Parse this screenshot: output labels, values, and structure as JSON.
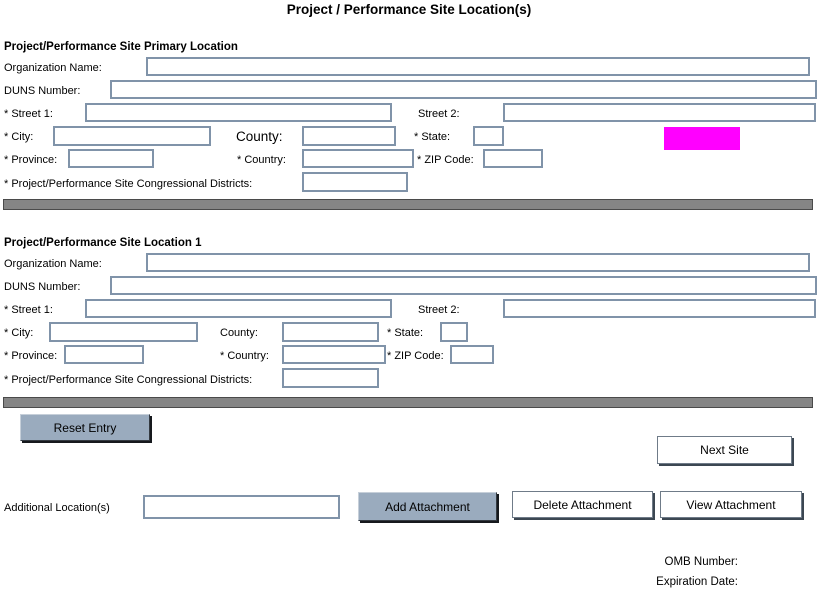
{
  "title": "Project / Performance Site Location(s)",
  "sections": [
    {
      "header": "Project/Performance Site Primary Location",
      "fields": {
        "org_name": {
          "label": "Organization Name:",
          "value": ""
        },
        "duns": {
          "label": "DUNS Number:",
          "value": ""
        },
        "street1": {
          "label": "* Street 1:",
          "value": ""
        },
        "street2": {
          "label": "Street 2:",
          "value": ""
        },
        "city": {
          "label": "* City:",
          "value": ""
        },
        "county": {
          "label": "County:",
          "value": ""
        },
        "state": {
          "label": "* State:",
          "value": ""
        },
        "province": {
          "label": "* Province:",
          "value": ""
        },
        "country": {
          "label": "* Country:",
          "value": ""
        },
        "zip": {
          "label": "* ZIP Code:",
          "value": ""
        },
        "congressional_districts": {
          "label": "* Project/Performance Site Congressional Districts:",
          "value": ""
        }
      }
    },
    {
      "header": "Project/Performance Site Location 1",
      "fields": {
        "org_name": {
          "label": "Organization Name:",
          "value": ""
        },
        "duns": {
          "label": "DUNS Number:",
          "value": ""
        },
        "street1": {
          "label": "* Street 1:",
          "value": ""
        },
        "street2": {
          "label": "Street 2:",
          "value": ""
        },
        "city": {
          "label": "* City:",
          "value": ""
        },
        "county": {
          "label": "County:",
          "value": ""
        },
        "state": {
          "label": "* State:",
          "value": ""
        },
        "province": {
          "label": "* Province:",
          "value": ""
        },
        "country": {
          "label": "* Country:",
          "value": ""
        },
        "zip": {
          "label": "* ZIP Code:",
          "value": ""
        },
        "congressional_districts": {
          "label": "* Project/Performance Site Congressional Districts:",
          "value": ""
        }
      }
    }
  ],
  "buttons": {
    "reset_entry": "Reset Entry",
    "next_site": "Next Site",
    "add_attachment": "Add Attachment",
    "delete_attachment": "Delete Attachment",
    "view_attachment": "View Attachment"
  },
  "attachments": {
    "additional_label": "Additional Location(s)",
    "filename_value": ""
  },
  "footer": {
    "omb_number": "OMB Number:",
    "expiration_date": "Expiration Date:"
  },
  "colors": {
    "highlight": "#ff00ff",
    "input_border": "#8093a9",
    "separator_bar": "#858585",
    "button_primary": "#9aabbe"
  }
}
